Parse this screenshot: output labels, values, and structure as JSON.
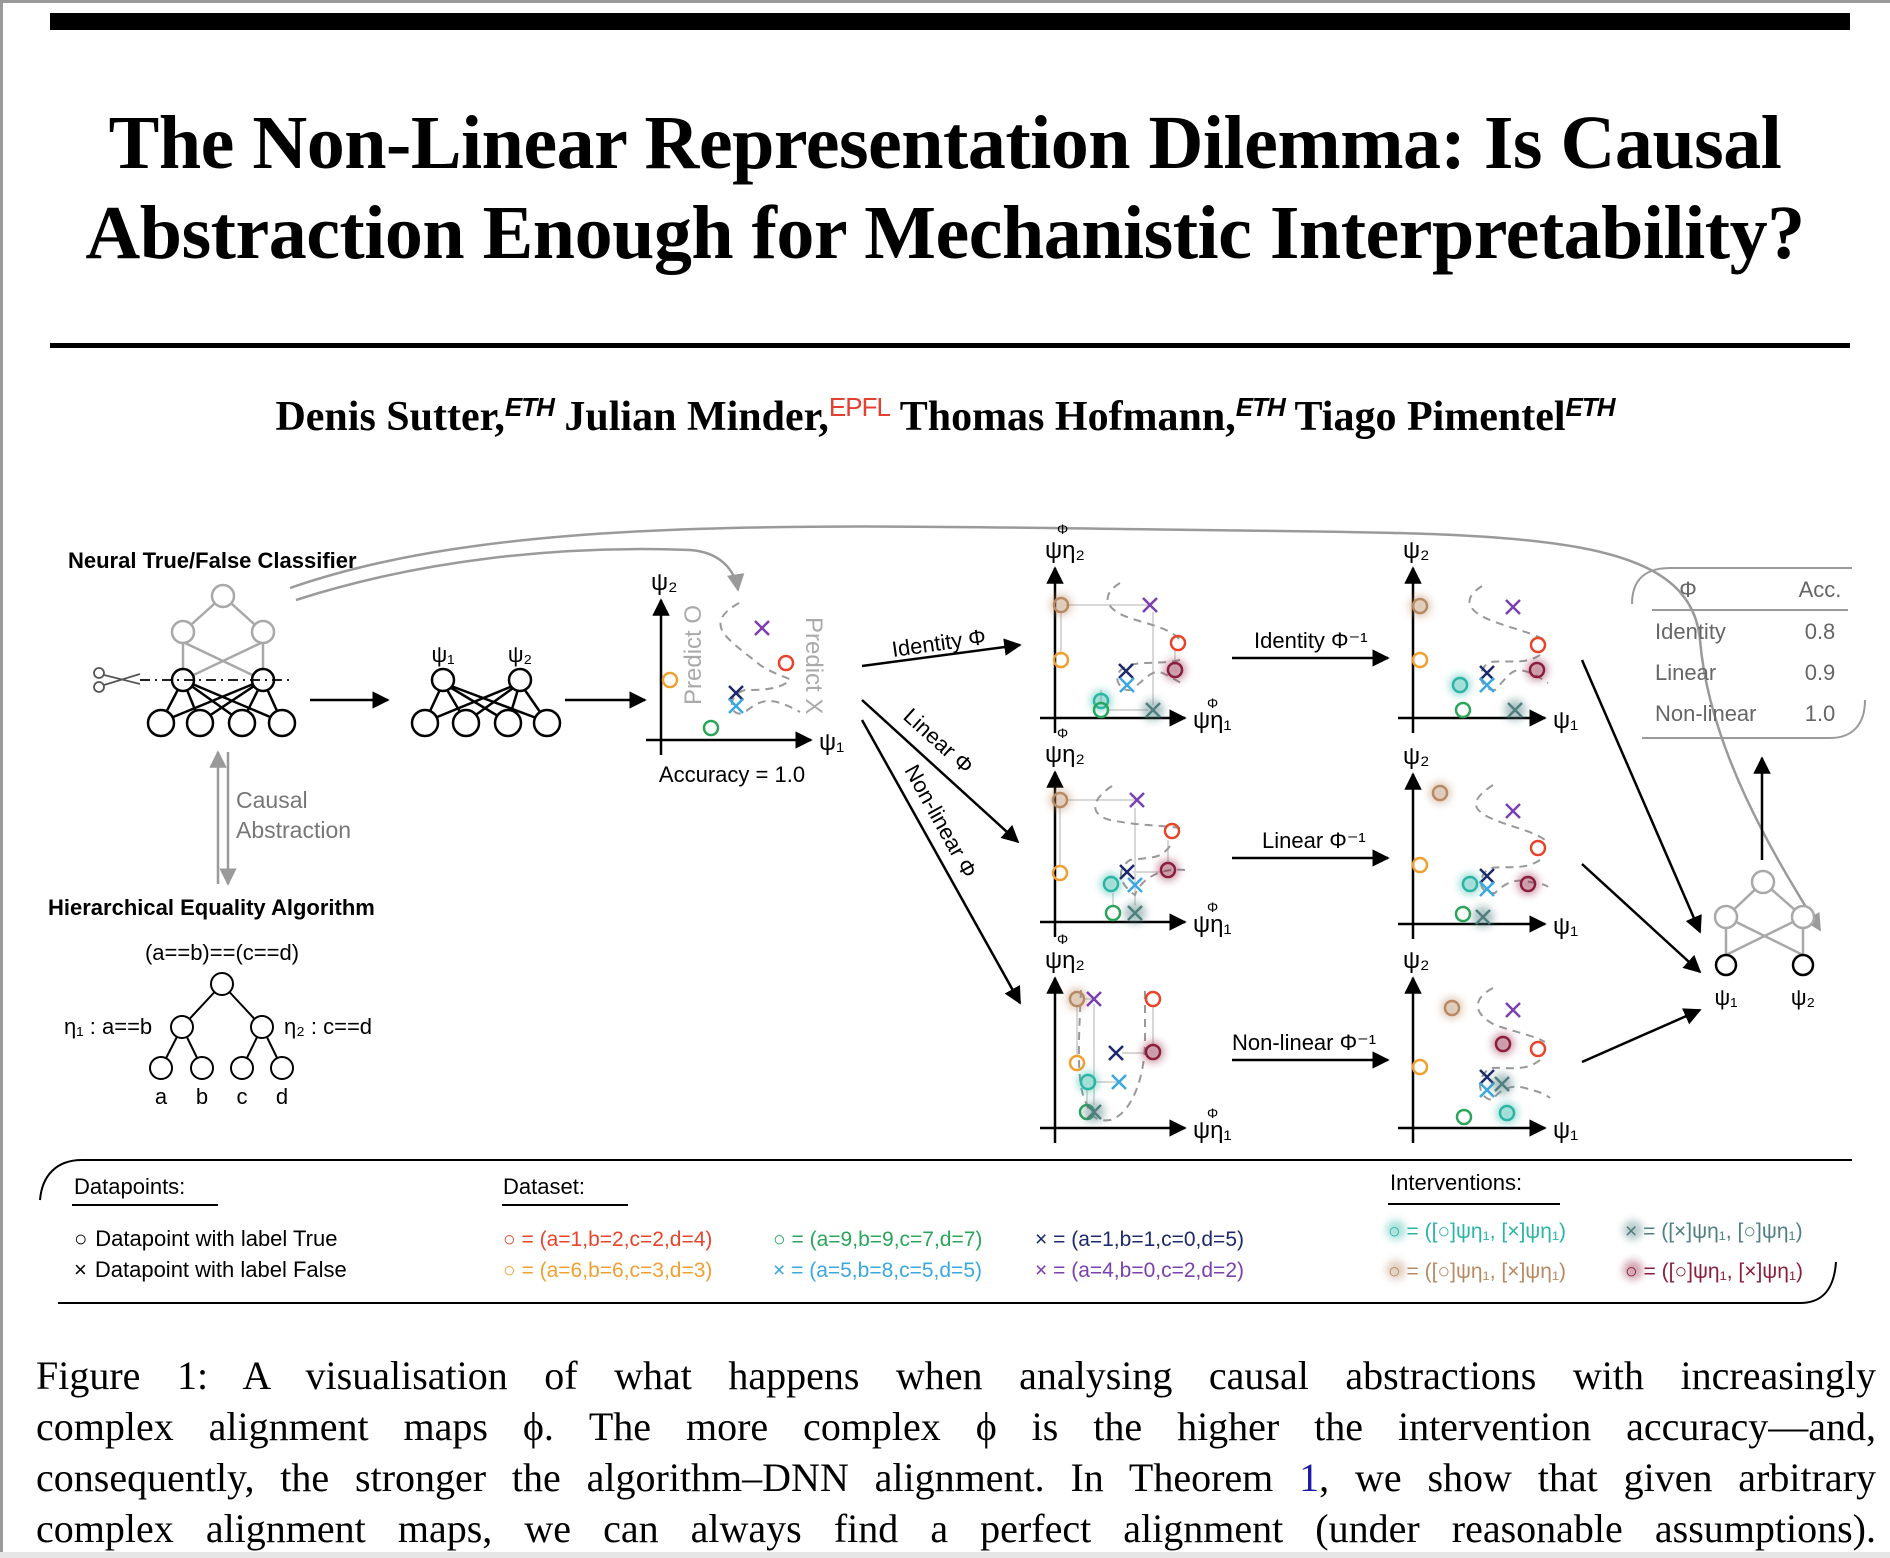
{
  "title": {
    "line1": "The Non-Linear Representation Dilemma: Is Causal",
    "line2": "Abstraction Enough for Mechanistic Interpretability?"
  },
  "authors": [
    {
      "name": "Denis Sutter,",
      "affiliation": "ETH"
    },
    {
      "name": "Julian Minder,",
      "affiliation": "EPFL"
    },
    {
      "name": "Thomas Hofmann,",
      "affiliation": "ETH"
    },
    {
      "name": "Tiago Pimentel",
      "affiliation": "ETH"
    }
  ],
  "figure": {
    "classifier_title": "Neural True/False Classifier",
    "causal_abstraction": [
      "Causal",
      "Abstraction"
    ],
    "algorithm_title": "Hierarchical Equality Algorithm",
    "algorithm_expr": "(a==b)==(c==d)",
    "eta1_label": "η₁ : a==b",
    "eta2_label": "η₂ : c==d",
    "leaves": [
      "a",
      "b",
      "c",
      "d"
    ],
    "psi1": "ψ₁",
    "psi2": "ψ₂",
    "predict_o": "Predict O",
    "predict_x": "Predict X",
    "accuracy_label": "Accuracy = 1.0",
    "phi_maps": [
      "Identity Φ",
      "Linear Φ",
      "Non-linear Φ"
    ],
    "phi_inverse_maps": [
      "Identity Φ⁻¹",
      "Linear Φ⁻¹",
      "Non-linear Φ⁻¹"
    ],
    "aligned_axis_y": "ψη₂",
    "aligned_axis_x": "ψη₁",
    "aligned_axis_sup": "Φ",
    "results_table": {
      "headers": [
        "Φ",
        "Acc."
      ],
      "rows": [
        {
          "map": "Identity",
          "acc": "0.8"
        },
        {
          "map": "Linear",
          "acc": "0.9"
        },
        {
          "map": "Non-linear",
          "acc": "1.0"
        }
      ]
    }
  },
  "legend": {
    "datapoints_title": "Datapoints:",
    "datapoints": [
      {
        "marker": "○",
        "label": "Datapoint with label True"
      },
      {
        "marker": "×",
        "label": "Datapoint with label False"
      }
    ],
    "dataset_title": "Dataset:",
    "dataset": [
      {
        "marker": "○",
        "text": "= (a=1,b=2,c=2,d=4)",
        "color": "#e8442a"
      },
      {
        "marker": "○",
        "text": "= (a=9,b=9,c=7,d=7)",
        "color": "#2aa55a"
      },
      {
        "marker": "×",
        "text": "= (a=1,b=1,c=0,d=5)",
        "color": "#1c2a6b"
      },
      {
        "marker": "○",
        "text": "= (a=6,b=6,c=3,d=3)",
        "color": "#f0a030"
      },
      {
        "marker": "×",
        "text": "= (a=5,b=8,c=5,d=5)",
        "color": "#3aa8e0"
      },
      {
        "marker": "×",
        "text": "= (a=4,b=0,c=2,d=2)",
        "color": "#7a3fb0"
      }
    ],
    "interventions_title": "Interventions:",
    "interventions": [
      {
        "marker": "○",
        "text": "= ([○]ψη₁, [×]ψη₁)",
        "color": "#2bb5a5"
      },
      {
        "marker": "×",
        "text": "= ([×]ψη₁, [○]ψη₁)",
        "color": "#4f7f80"
      },
      {
        "marker": "○",
        "text": "= ([○]ψη₁, [×]ψη₁)",
        "color": "#b88a63"
      },
      {
        "marker": "○",
        "text": "= ([○]ψη₁, [×]ψη₁)",
        "color": "#8a1e3c"
      }
    ]
  },
  "caption": {
    "lines": [
      "Figure 1: A visualisation of what happens when analysing causal abstractions with increasingly",
      "complex alignment maps ϕ. The more complex ϕ is the higher the intervention accuracy—and,",
      "consequently, the stronger the algorithm–DNN alignment. In Theorem ",
      "complex alignment maps, we can always find a perfect alignment (under reasonable assumptions)."
    ],
    "ref_number": "1",
    "line3_tail": ", we show that given arbitrary"
  },
  "colors": {
    "red": "#e8442a",
    "orange": "#f0a030",
    "green": "#2aa55a",
    "navy": "#1c2a6b",
    "lightblue": "#3aa8e0",
    "purple": "#7a3fb0",
    "teal": "#2bb5a5",
    "slate": "#4f7f80",
    "tan": "#b88a63",
    "maroon": "#8a1e3c",
    "gray": "#9a9a9a",
    "ref": "#1a1aa6"
  }
}
